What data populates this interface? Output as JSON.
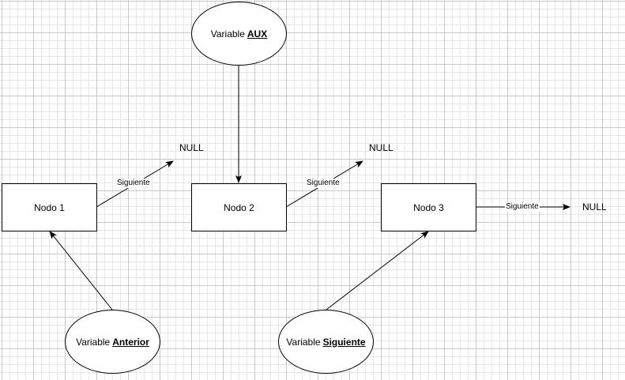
{
  "nodes": {
    "n1": "Nodo 1",
    "n2": "Nodo 2",
    "n3": "Nodo 3"
  },
  "variables": {
    "aux": {
      "prefix": "Variable",
      "name": "AUX"
    },
    "anterior": {
      "prefix": "Variable",
      "name": "Anterior"
    },
    "siguiente": {
      "prefix": "Variable",
      "name": "Siguiente"
    }
  },
  "null_labels": {
    "n1": "NULL",
    "n2": "NULL",
    "n3": "NULL"
  },
  "edge_labels": {
    "n1": "Siguiente",
    "n2": "Siguiente",
    "n3": "Siguiente"
  },
  "colors": {
    "line": "#000000",
    "grid_major": "#c8c8c8",
    "grid_minor": "#e6e6e6"
  }
}
